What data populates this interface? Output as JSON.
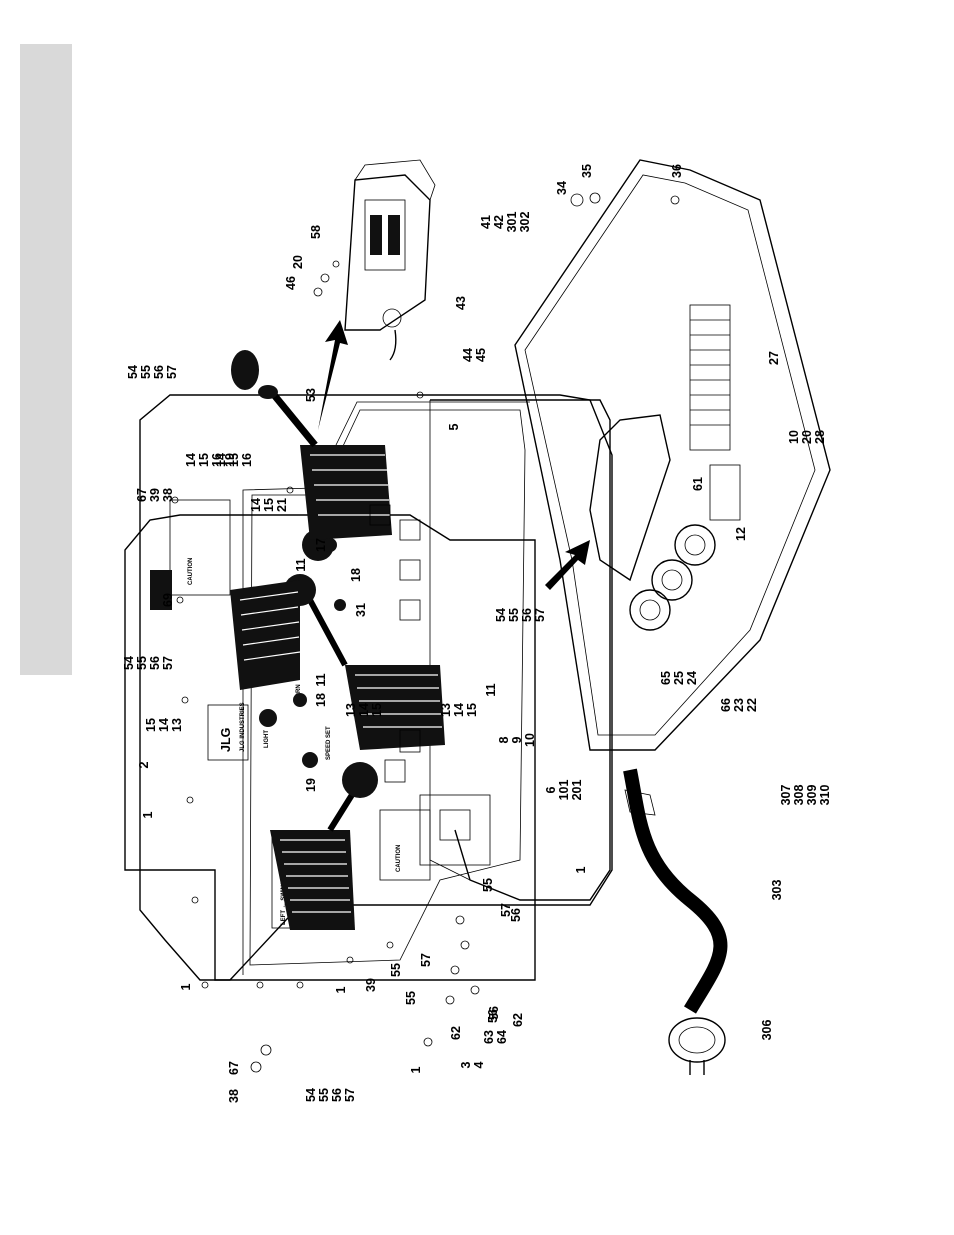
{
  "callouts": [
    "1",
    "2",
    "1",
    "1",
    "1",
    "1",
    "3 4",
    "6 101 201",
    "8 9 10",
    "13 14 15",
    "11",
    "11",
    "13 14 15",
    "54 55 56 57",
    "15 14 13",
    "11",
    "19",
    "18",
    "18",
    "31",
    "17",
    "54 55 56 57",
    "14 15 16",
    "14 15 16 19",
    "14 15 21",
    "67 39 38",
    "69",
    "53",
    "54 55 56 57",
    "5",
    "46",
    "20",
    "58",
    "41 42 301 302",
    "43",
    "44 45",
    "34",
    "35",
    "36",
    "27",
    "10 20 28",
    "61",
    "12",
    "65 25 24",
    "66 23 22",
    "307 308 309 310",
    "303",
    "306",
    "39",
    "54 55 56 57",
    "67",
    "38",
    "55",
    "57",
    "56",
    "62",
    "62",
    "56",
    "57",
    "55",
    "63 64",
    "56",
    "55"
  ],
  "panel_text": {
    "brand": "JLG",
    "brand_sub": "JLG INDUSTRIES",
    "swing": "LEFT ← SWING → RIGHT",
    "light": "LIGHT",
    "horn": "HORN",
    "speed_set": "SPEED SET",
    "caution_left": "CAUTION",
    "caution_right": "CAUTION"
  },
  "colors": {
    "tab": "#d9d9d9",
    "ink": "#000000"
  }
}
